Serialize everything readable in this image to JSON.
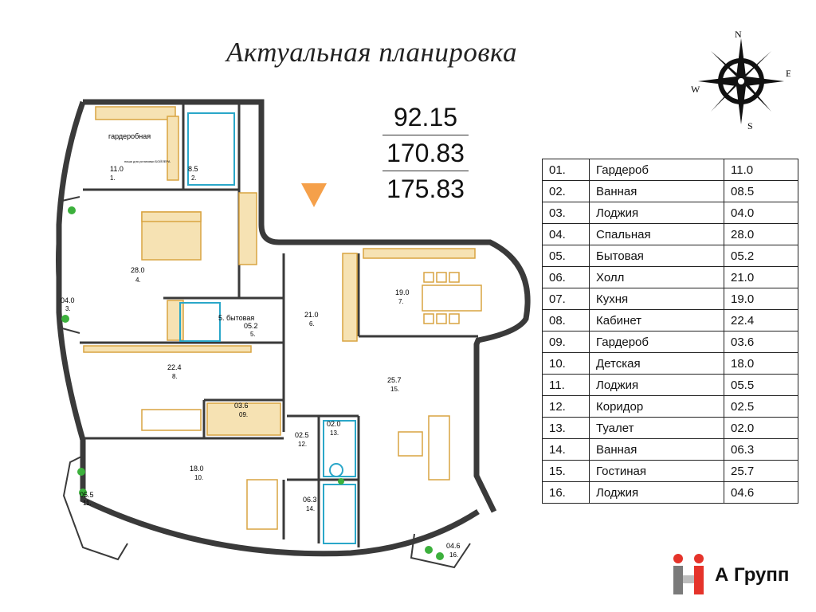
{
  "title": "Актуальная планировка",
  "areas": [
    "92.15",
    "170.83",
    "175.83"
  ],
  "compass": {
    "n": "N",
    "e": "E",
    "s": "S",
    "w": "W"
  },
  "legend": [
    {
      "num": "01.",
      "name": "Гардероб",
      "area": "11.0"
    },
    {
      "num": "02.",
      "name": "Ванная",
      "area": "08.5"
    },
    {
      "num": "03.",
      "name": "Лоджия",
      "area": "04.0"
    },
    {
      "num": "04.",
      "name": "Спальная",
      "area": "28.0"
    },
    {
      "num": "05.",
      "name": "Бытовая",
      "area": "05.2"
    },
    {
      "num": "06.",
      "name": "Холл",
      "area": "21.0"
    },
    {
      "num": "07.",
      "name": "Кухня",
      "area": "19.0"
    },
    {
      "num": "08.",
      "name": "Кабинет",
      "area": "22.4"
    },
    {
      "num": "09.",
      "name": "Гардероб",
      "area": "03.6"
    },
    {
      "num": "10.",
      "name": "Детская",
      "area": "18.0"
    },
    {
      "num": "11.",
      "name": "Лоджия",
      "area": "05.5"
    },
    {
      "num": "12.",
      "name": "Коридор",
      "area": "02.5"
    },
    {
      "num": "13.",
      "name": "Туалет",
      "area": "02.0"
    },
    {
      "num": "14.",
      "name": "Ванная",
      "area": "06.3"
    },
    {
      "num": "15.",
      "name": "Гостиная",
      "area": "25.7"
    },
    {
      "num": "16.",
      "name": "Лоджия",
      "area": "04.6"
    }
  ],
  "plan_labels": {
    "wardrobe_text": "гардеробная",
    "boiler_note": "ниша для установки БОЙЛЕРА",
    "utility_text": "5. бытовая",
    "r1": {
      "area": "11.0",
      "num": "1."
    },
    "r2": {
      "area": "8.5",
      "num": "2."
    },
    "r3": {
      "area": "04.0",
      "num": "3."
    },
    "r4": {
      "area": "28.0",
      "num": "4."
    },
    "r5": {
      "area": "05.2",
      "num": "5."
    },
    "r6": {
      "area": "21.0",
      "num": "6."
    },
    "r7": {
      "area": "19.0",
      "num": "7."
    },
    "r8": {
      "area": "22.4",
      "num": "8."
    },
    "r9": {
      "area": "03.6",
      "num": "09."
    },
    "r10": {
      "area": "18.0",
      "num": "10."
    },
    "r11": {
      "area": "05.5",
      "num": "11."
    },
    "r12": {
      "area": "02.5",
      "num": "12."
    },
    "r13": {
      "area": "02.0",
      "num": "13."
    },
    "r14": {
      "area": "06.3",
      "num": "14."
    },
    "r15": {
      "area": "25.7",
      "num": "15."
    },
    "r16": {
      "area": "04.6",
      "num": "16."
    }
  },
  "brand": "А Групп",
  "colors": {
    "wall": "#3a3a3a",
    "accent_fill": "#d9a441",
    "fixture": "#2aa7c9",
    "plant": "#3cb03c",
    "entry_marker": "#f5a04a",
    "logo_red": "#e5332a",
    "logo_gray": "#7a7a7a"
  }
}
